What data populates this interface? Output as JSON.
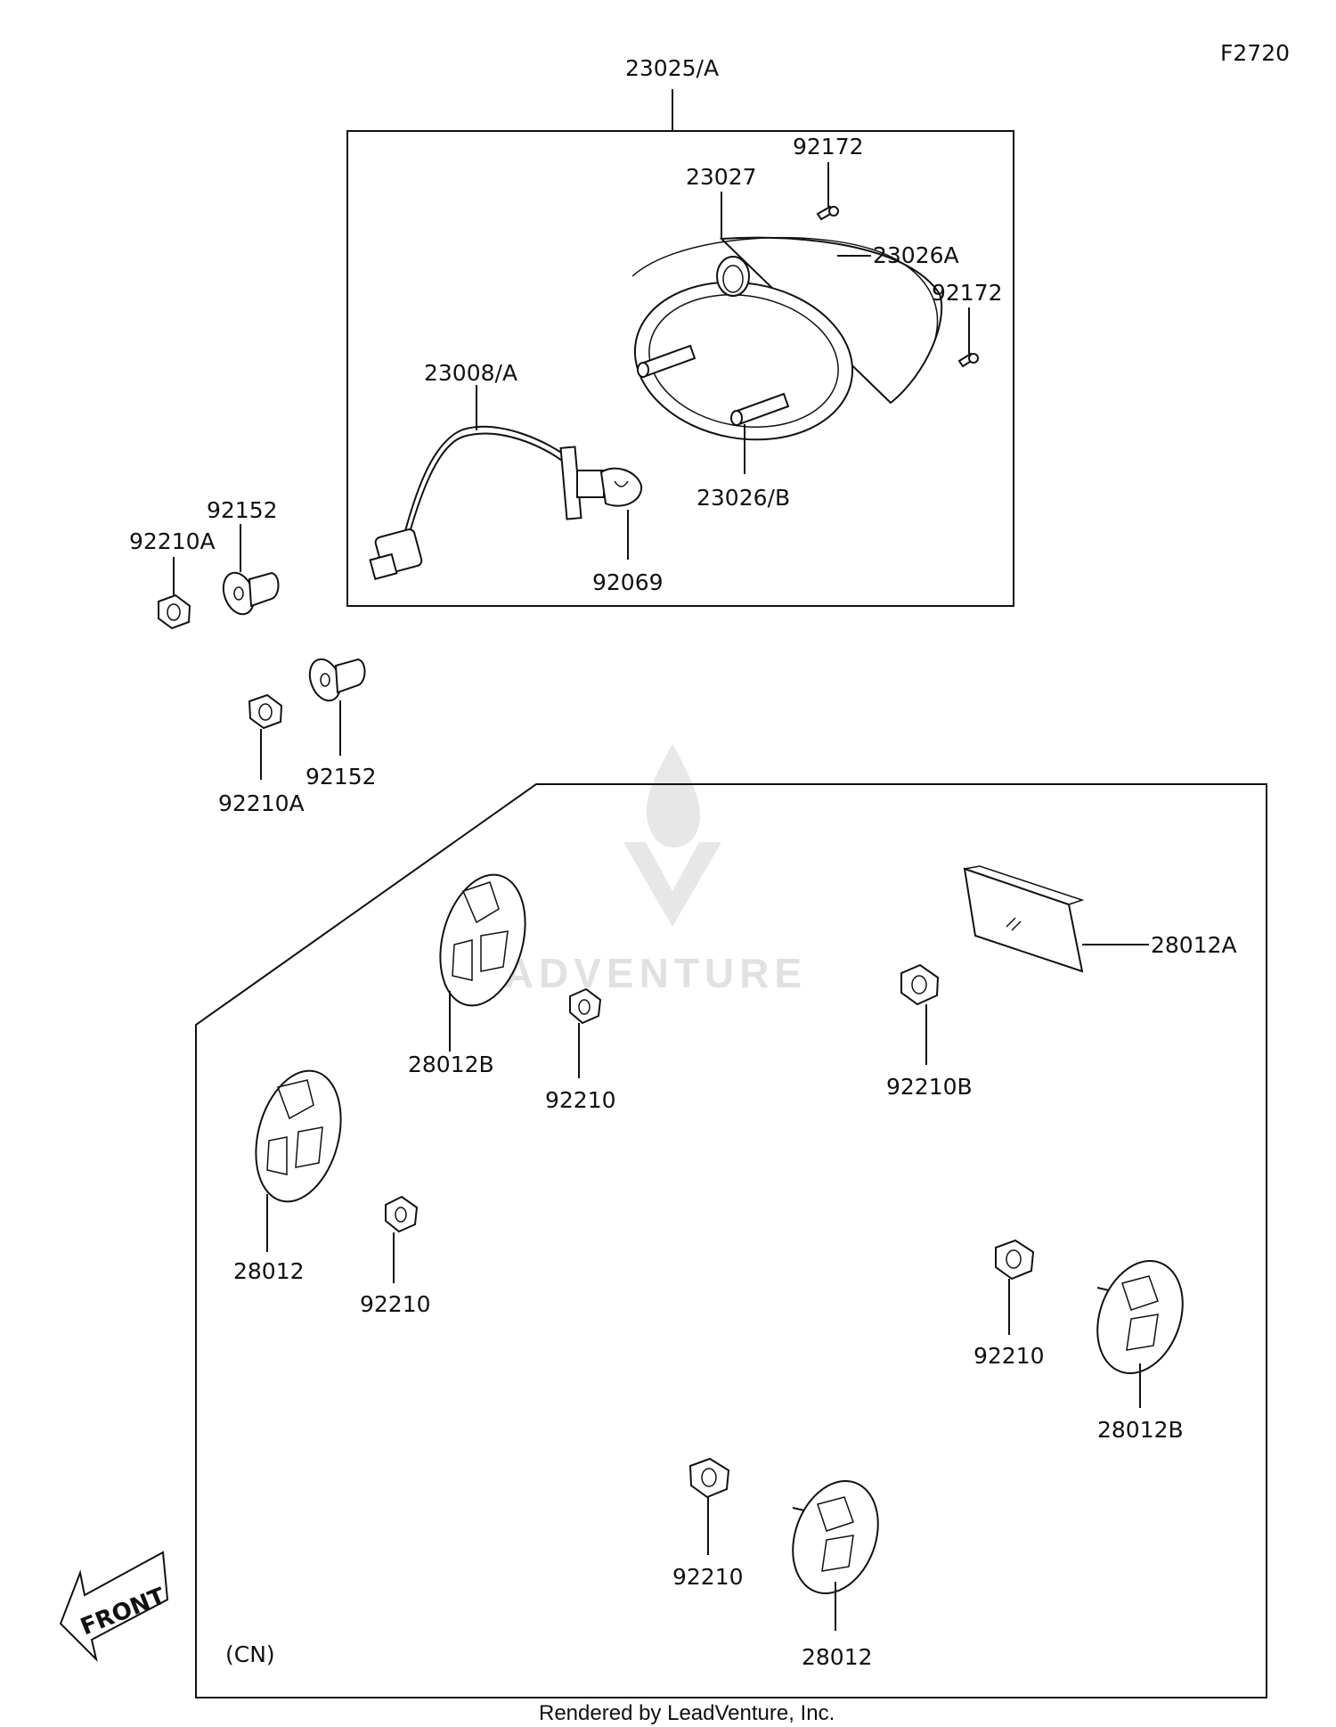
{
  "figure_code": "F2720",
  "region_note": "(CN)",
  "footer": "Rendered by LeadVenture, Inc.",
  "watermark": "LEADVENTURE",
  "front_arrow_text": "FRONT",
  "callouts": {
    "c23025A": "23025/A",
    "c92172a": "92172",
    "c23027": "23027",
    "c23026A": "23026A",
    "c92172b": "92172",
    "c23008A": "23008/A",
    "c23026B": "23026/B",
    "c92069": "92069",
    "c92152a": "92152",
    "c92210Aa": "92210A",
    "c92152b": "92152",
    "c92210Ab": "92210A",
    "c28012A": "28012A",
    "c28012Ba": "28012B",
    "c92210a": "92210",
    "c92210B": "92210B",
    "c28012a": "28012",
    "c92210b": "92210",
    "c92210c": "92210",
    "c28012Bb": "28012B",
    "c92210d": "92210",
    "c28012b": "28012"
  }
}
